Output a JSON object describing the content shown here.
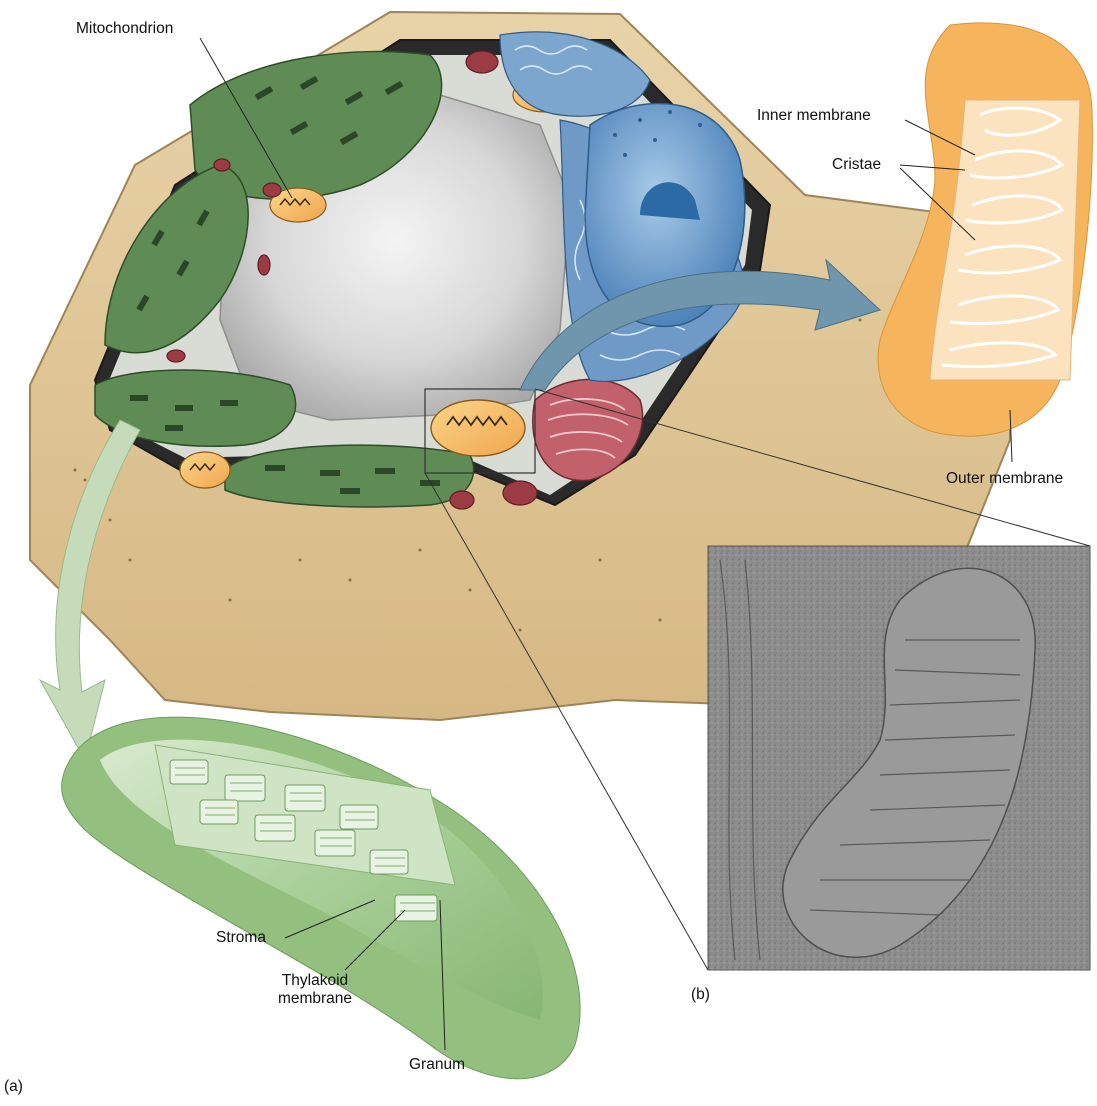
{
  "labels": {
    "mitochondrion": "Mitochondrion",
    "inner_membrane": "Inner membrane",
    "cristae": "Cristae",
    "outer_membrane": "Outer membrane",
    "stroma": "Stroma",
    "thylakoid_membrane_line1": "Thylakoid",
    "thylakoid_membrane_line2": "membrane",
    "granum": "Granum",
    "panel_a": "(a)",
    "panel_b": "(b)"
  },
  "colors": {
    "cell_wall": "#dcc18f",
    "cell_wall_dark": "#b89a62",
    "vacuole": "#cfcfcf",
    "chloroplast": "#5e8a53",
    "chloroplast_light": "#9cc08e",
    "mitochondrion": "#f5c46a",
    "nucleus": "#5b8fc4",
    "golgi": "#b8525a",
    "arrow_blue": "#6f96ad",
    "arrow_green": "#c5dbb9",
    "micrograph": "#8a8a8a"
  }
}
